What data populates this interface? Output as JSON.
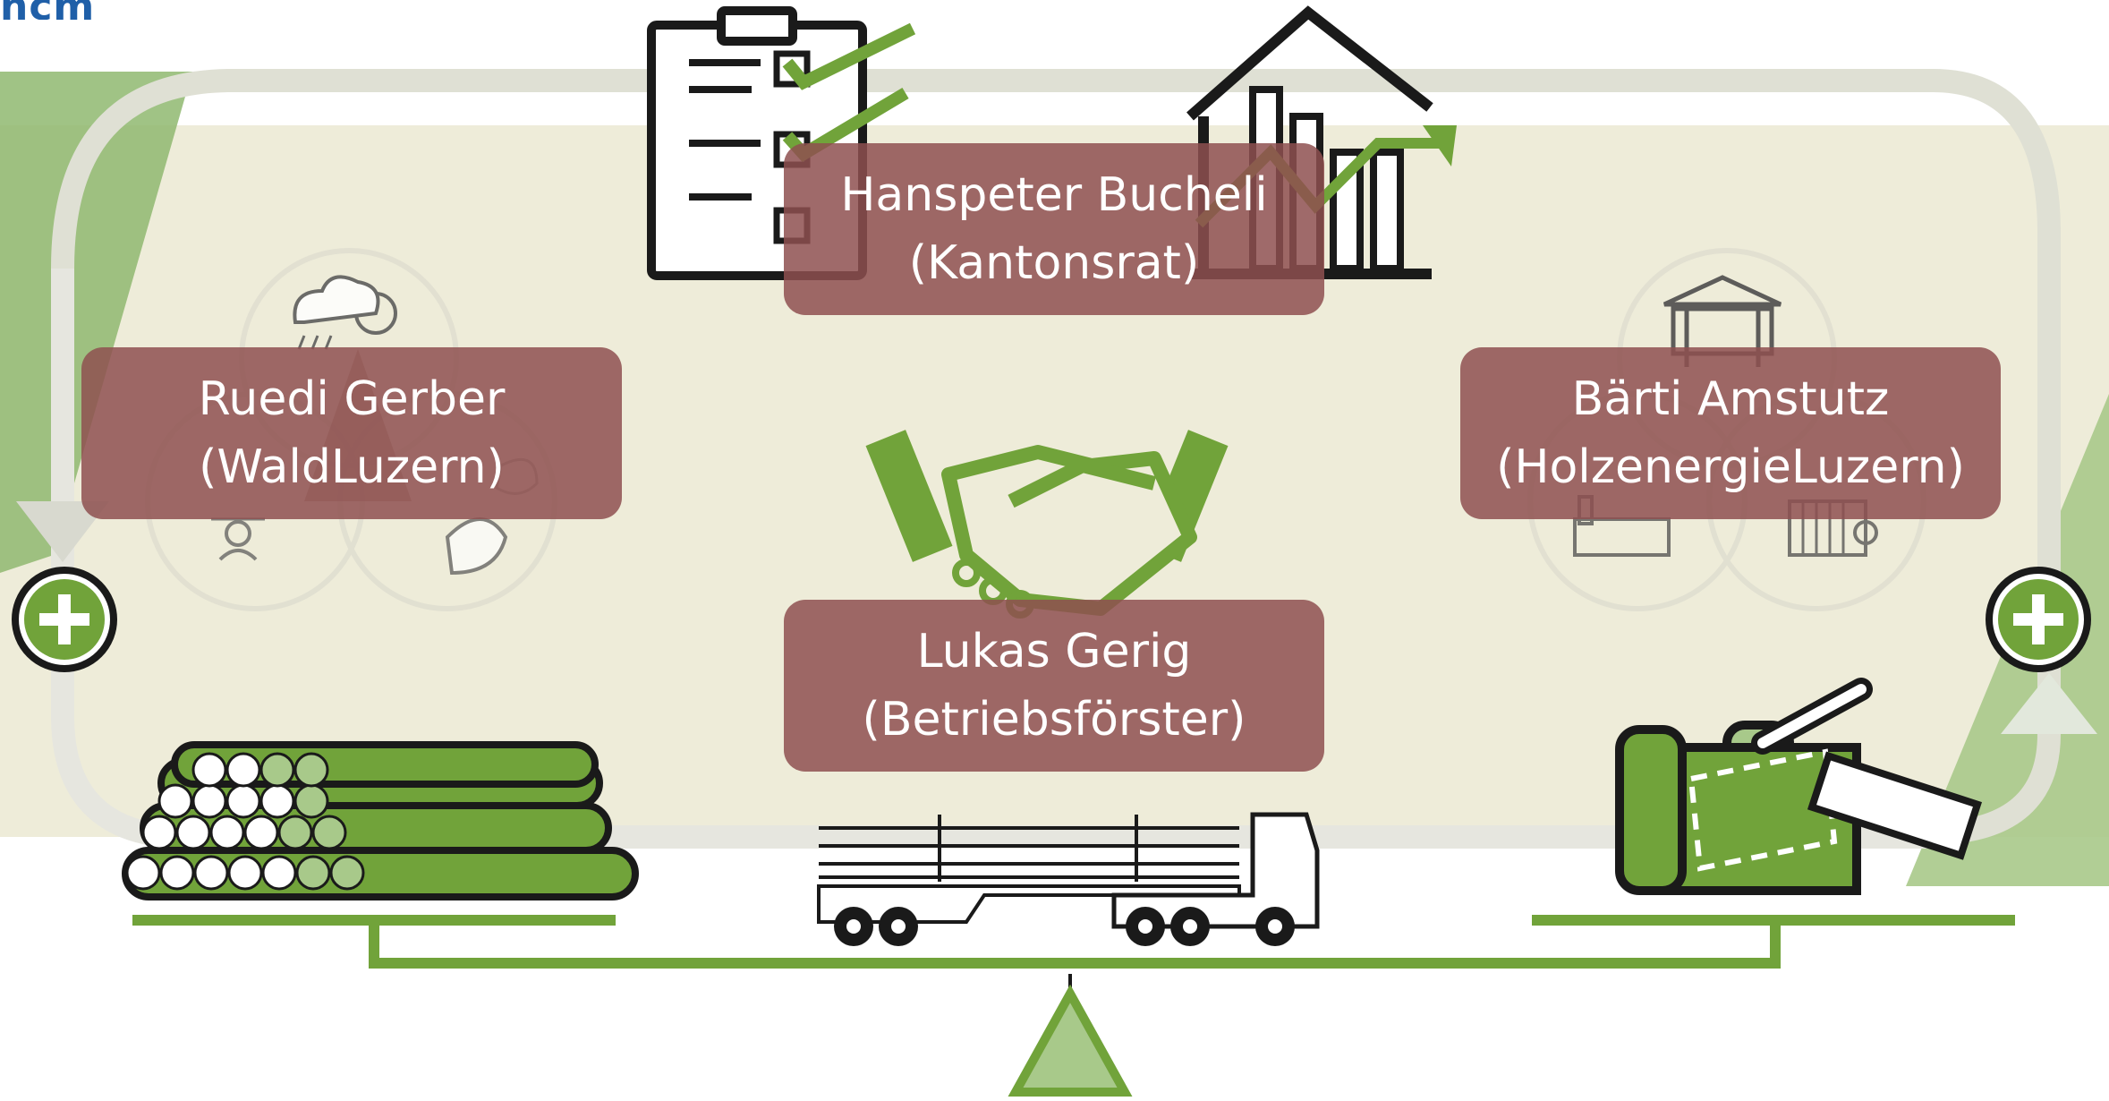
{
  "logo": {
    "text": "ncm"
  },
  "people": {
    "top": {
      "name": "Hanspeter Bucheli",
      "role": "(Kantonsrat)"
    },
    "left": {
      "name": "Ruedi Gerber",
      "role": "(WaldLuzern)"
    },
    "right": {
      "name": "Bärti Amstutz",
      "role": "(HolzenergieLuzern)"
    },
    "center": {
      "name": "Lukas Gerig",
      "role": "(Betriebsförster)"
    }
  },
  "icons": [
    "clipboard-checklist-icon",
    "house-bar-chart-icon",
    "handshake-icon",
    "weather-sun-cloud-icon",
    "building-icon",
    "log-pile-icon",
    "timber-truck-icon",
    "wood-chips-ruler-icon",
    "plus-circle-icon",
    "balance-scale-icon"
  ],
  "colors": {
    "green": "#71a33a",
    "light_green": "#a8c98a",
    "cream": "#eeecd9",
    "cycle_track": "#dfe0d4",
    "dark": "#1a1a1a",
    "box": "#8e5050"
  }
}
